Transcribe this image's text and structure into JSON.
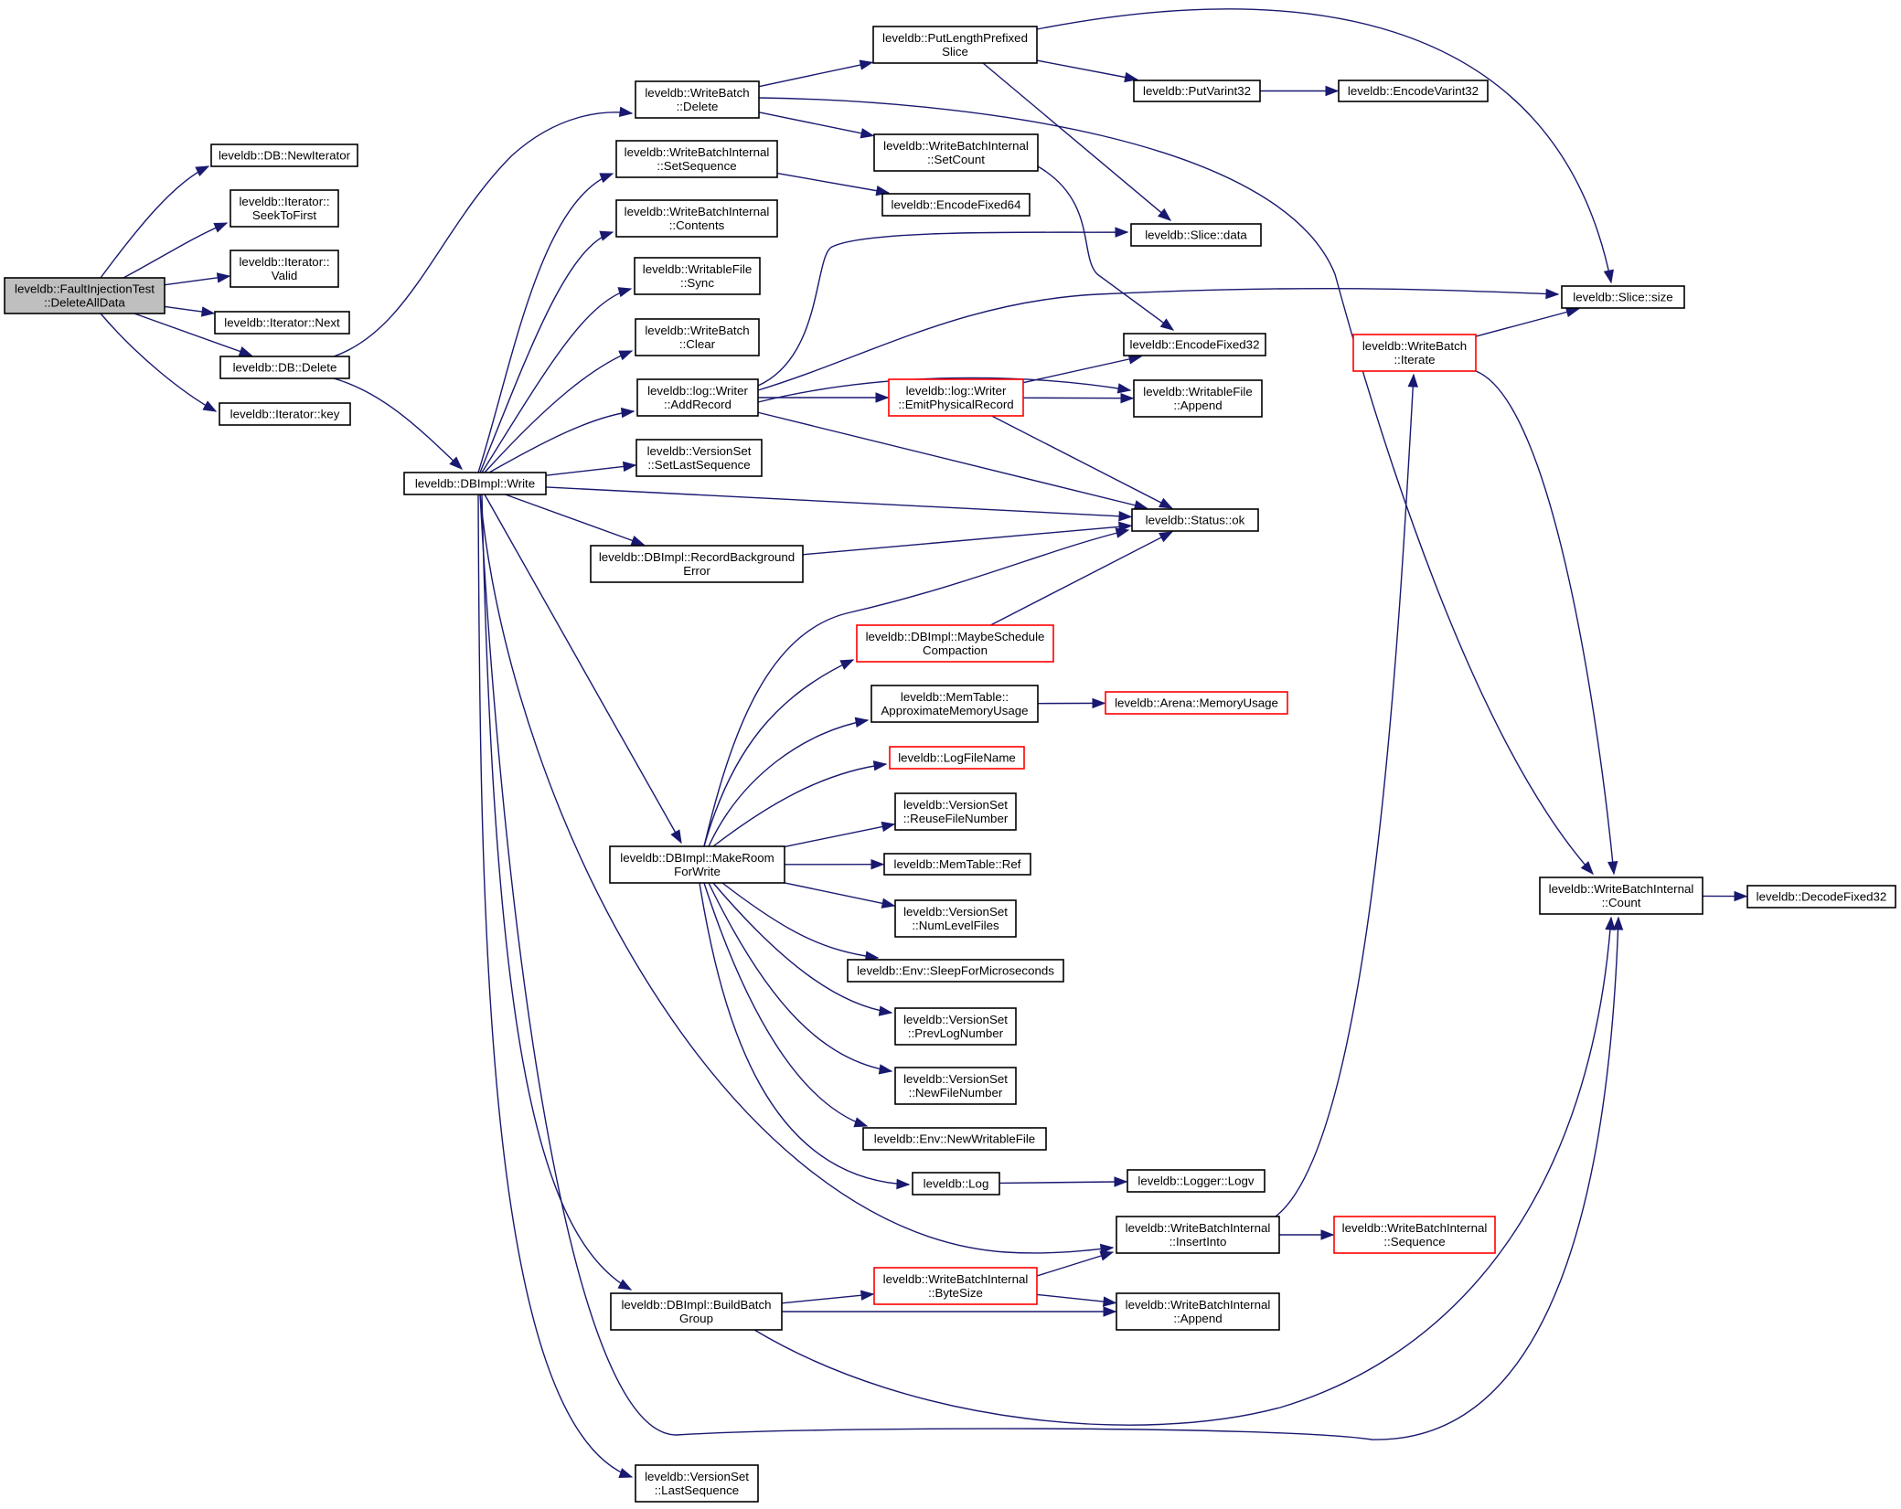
{
  "diagram": {
    "type": "call-graph",
    "colors": {
      "edge": "#191970",
      "node_border": "#000000",
      "truncated_node_border": "#ff0000",
      "root_fill": "#bfbfbf",
      "node_fill": "#ffffff"
    },
    "nodes": {
      "root": {
        "lines": [
          "leveldb::FaultInjectionTest",
          "::DeleteAllData"
        ],
        "style": "root"
      },
      "newiterator": {
        "lines": [
          "leveldb::DB::NewIterator"
        ]
      },
      "seektofirst": {
        "lines": [
          "leveldb::Iterator::",
          "SeekToFirst"
        ]
      },
      "valid": {
        "lines": [
          "leveldb::Iterator::",
          "Valid"
        ]
      },
      "next": {
        "lines": [
          "leveldb::Iterator::Next"
        ]
      },
      "dbdelete": {
        "lines": [
          "leveldb::DB::Delete"
        ]
      },
      "key": {
        "lines": [
          "leveldb::Iterator::key"
        ]
      },
      "write": {
        "lines": [
          "leveldb::DBImpl::Write"
        ]
      },
      "wbdelete": {
        "lines": [
          "leveldb::WriteBatch",
          "::Delete"
        ]
      },
      "setsequence": {
        "lines": [
          "leveldb::WriteBatchInternal",
          "::SetSequence"
        ]
      },
      "contents": {
        "lines": [
          "leveldb::WriteBatchInternal",
          "::Contents"
        ]
      },
      "sync": {
        "lines": [
          "leveldb::WritableFile",
          "::Sync"
        ]
      },
      "clear": {
        "lines": [
          "leveldb::WriteBatch",
          "::Clear"
        ]
      },
      "addrecord": {
        "lines": [
          "leveldb::log::Writer",
          "::AddRecord"
        ]
      },
      "setlastsequence": {
        "lines": [
          "leveldb::VersionSet",
          "::SetLastSequence"
        ]
      },
      "recordbgerror": {
        "lines": [
          "leveldb::DBImpl::RecordBackground",
          "Error"
        ]
      },
      "putlpslice": {
        "lines": [
          "leveldb::PutLengthPrefixed",
          "Slice"
        ]
      },
      "setcount": {
        "lines": [
          "leveldb::WriteBatchInternal",
          "::SetCount"
        ]
      },
      "encodefixed64": {
        "lines": [
          "leveldb::EncodeFixed64"
        ]
      },
      "putvarint32": {
        "lines": [
          "leveldb::PutVarint32"
        ]
      },
      "encodevarint32": {
        "lines": [
          "leveldb::EncodeVarint32"
        ]
      },
      "slicedata": {
        "lines": [
          "leveldb::Slice::data"
        ]
      },
      "slicesize": {
        "lines": [
          "leveldb::Slice::size"
        ]
      },
      "encodefixed32": {
        "lines": [
          "leveldb::EncodeFixed32"
        ]
      },
      "emitphysical": {
        "lines": [
          "leveldb::log::Writer",
          "::EmitPhysicalRecord"
        ],
        "style": "truncated"
      },
      "wfappend": {
        "lines": [
          "leveldb::WritableFile",
          "::Append"
        ]
      },
      "iterate": {
        "lines": [
          "leveldb::WriteBatch",
          "::Iterate"
        ],
        "style": "truncated"
      },
      "statusok": {
        "lines": [
          "leveldb::Status::ok"
        ]
      },
      "maybeschedule": {
        "lines": [
          "leveldb::DBImpl::MaybeSchedule",
          "Compaction"
        ],
        "style": "truncated"
      },
      "approxmem": {
        "lines": [
          "leveldb::MemTable::",
          "ApproximateMemoryUsage"
        ]
      },
      "arenamem": {
        "lines": [
          "leveldb::Arena::MemoryUsage"
        ],
        "style": "truncated"
      },
      "logfilename": {
        "lines": [
          "leveldb::LogFileName"
        ],
        "style": "truncated"
      },
      "reusefile": {
        "lines": [
          "leveldb::VersionSet",
          "::ReuseFileNumber"
        ]
      },
      "makeroom": {
        "lines": [
          "leveldb::DBImpl::MakeRoom",
          "ForWrite"
        ]
      },
      "memref": {
        "lines": [
          "leveldb::MemTable::Ref"
        ]
      },
      "numlevel": {
        "lines": [
          "leveldb::VersionSet",
          "::NumLevelFiles"
        ]
      },
      "sleep": {
        "lines": [
          "leveldb::Env::SleepForMicroseconds"
        ]
      },
      "prevlog": {
        "lines": [
          "leveldb::VersionSet",
          "::PrevLogNumber"
        ]
      },
      "newfilenum": {
        "lines": [
          "leveldb::VersionSet",
          "::NewFileNumber"
        ]
      },
      "newwritable": {
        "lines": [
          "leveldb::Env::NewWritableFile"
        ]
      },
      "log": {
        "lines": [
          "leveldb::Log"
        ]
      },
      "logv": {
        "lines": [
          "leveldb::Logger::Logv"
        ]
      },
      "insertinto": {
        "lines": [
          "leveldb::WriteBatchInternal",
          "::InsertInto"
        ]
      },
      "sequence": {
        "lines": [
          "leveldb::WriteBatchInternal",
          "::Sequence"
        ],
        "style": "truncated"
      },
      "bytesize": {
        "lines": [
          "leveldb::WriteBatchInternal",
          "::ByteSize"
        ],
        "style": "truncated"
      },
      "wbiappend": {
        "lines": [
          "leveldb::WriteBatchInternal",
          "::Append"
        ]
      },
      "buildbatch": {
        "lines": [
          "leveldb::DBImpl::BuildBatch",
          "Group"
        ]
      },
      "lastsequence": {
        "lines": [
          "leveldb::VersionSet",
          "::LastSequence"
        ]
      },
      "count": {
        "lines": [
          "leveldb::WriteBatchInternal",
          "::Count"
        ]
      },
      "decodefixed32": {
        "lines": [
          "leveldb::DecodeFixed32"
        ]
      }
    },
    "edges": [
      [
        "root",
        "newiterator"
      ],
      [
        "root",
        "seektofirst"
      ],
      [
        "root",
        "valid"
      ],
      [
        "root",
        "next"
      ],
      [
        "root",
        "dbdelete"
      ],
      [
        "root",
        "key"
      ],
      [
        "dbdelete",
        "wbdelete"
      ],
      [
        "dbdelete",
        "write"
      ],
      [
        "wbdelete",
        "putlpslice"
      ],
      [
        "wbdelete",
        "setcount"
      ],
      [
        "wbdelete",
        "count"
      ],
      [
        "putlpslice",
        "putvarint32"
      ],
      [
        "putlpslice",
        "slicesize"
      ],
      [
        "putlpslice",
        "slicedata"
      ],
      [
        "putvarint32",
        "encodevarint32"
      ],
      [
        "setsequence",
        "encodefixed64"
      ],
      [
        "setcount",
        "encodefixed32"
      ],
      [
        "write",
        "setsequence"
      ],
      [
        "write",
        "contents"
      ],
      [
        "write",
        "sync"
      ],
      [
        "write",
        "clear"
      ],
      [
        "write",
        "addrecord"
      ],
      [
        "write",
        "setlastsequence"
      ],
      [
        "write",
        "statusok"
      ],
      [
        "write",
        "recordbgerror"
      ],
      [
        "write",
        "makeroom"
      ],
      [
        "write",
        "insertinto"
      ],
      [
        "write",
        "buildbatch"
      ],
      [
        "write",
        "count"
      ],
      [
        "write",
        "lastsequence"
      ],
      [
        "addrecord",
        "slicedata"
      ],
      [
        "addrecord",
        "slicesize"
      ],
      [
        "addrecord",
        "wfappend"
      ],
      [
        "addrecord",
        "emitphysical"
      ],
      [
        "addrecord",
        "statusok"
      ],
      [
        "emitphysical",
        "encodefixed32"
      ],
      [
        "emitphysical",
        "wfappend"
      ],
      [
        "emitphysical",
        "statusok"
      ],
      [
        "recordbgerror",
        "statusok"
      ],
      [
        "iterate",
        "slicesize"
      ],
      [
        "iterate",
        "count"
      ],
      [
        "maybeschedule",
        "statusok"
      ],
      [
        "makeroom",
        "statusok"
      ],
      [
        "makeroom",
        "maybeschedule"
      ],
      [
        "makeroom",
        "approxmem"
      ],
      [
        "makeroom",
        "logfilename"
      ],
      [
        "makeroom",
        "reusefile"
      ],
      [
        "makeroom",
        "memref"
      ],
      [
        "makeroom",
        "numlevel"
      ],
      [
        "makeroom",
        "sleep"
      ],
      [
        "makeroom",
        "prevlog"
      ],
      [
        "makeroom",
        "newfilenum"
      ],
      [
        "makeroom",
        "newwritable"
      ],
      [
        "makeroom",
        "log"
      ],
      [
        "approxmem",
        "arenamem"
      ],
      [
        "log",
        "logv"
      ],
      [
        "insertinto",
        "iterate"
      ],
      [
        "insertinto",
        "sequence"
      ],
      [
        "bytesize",
        "insertinto"
      ],
      [
        "bytesize",
        "wbiappend"
      ],
      [
        "buildbatch",
        "bytesize"
      ],
      [
        "buildbatch",
        "wbiappend"
      ],
      [
        "buildbatch",
        "count"
      ],
      [
        "count",
        "decodefixed32"
      ]
    ]
  }
}
